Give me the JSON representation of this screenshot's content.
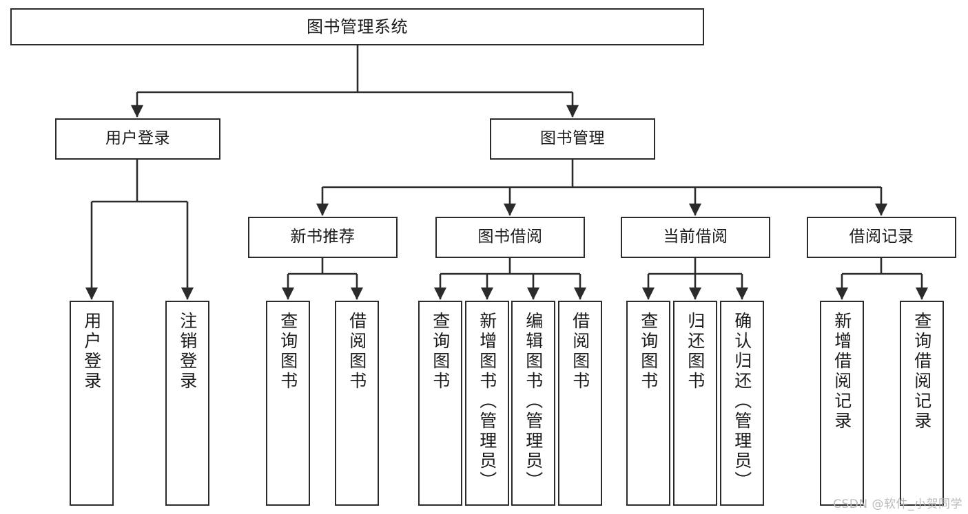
{
  "diagram": {
    "type": "tree-hierarchy",
    "title": "图书管理系统",
    "orientation": "top-down",
    "colors": {
      "box_border": "#2b2b2b",
      "box_fill": "#ffffff",
      "connector": "#2b2b2b",
      "text": "#1b1b1b",
      "watermark": "#b9b9b9"
    },
    "root": {
      "id": "root",
      "label": "图书管理系统"
    },
    "level1": [
      {
        "id": "user-login",
        "label": "用户登录"
      },
      {
        "id": "book-manage",
        "label": "图书管理"
      }
    ],
    "level2": [
      {
        "id": "new-book-rec",
        "label": "新书推荐",
        "parent": "book-manage"
      },
      {
        "id": "book-borrow",
        "label": "图书借阅",
        "parent": "book-manage"
      },
      {
        "id": "current-borrow",
        "label": "当前借阅",
        "parent": "book-manage"
      },
      {
        "id": "borrow-record",
        "label": "借阅记录",
        "parent": "book-manage"
      }
    ],
    "leaves": {
      "user-login": [
        {
          "id": "leaf-user-login",
          "label": "用户登录"
        },
        {
          "id": "leaf-logout",
          "label": "注销登录"
        }
      ],
      "new-book-rec": [
        {
          "id": "leaf-query-book-1",
          "label": "查询图书"
        },
        {
          "id": "leaf-borrow-book-1",
          "label": "借阅图书"
        }
      ],
      "book-borrow": [
        {
          "id": "leaf-query-book-2",
          "label": "查询图书"
        },
        {
          "id": "leaf-add-book",
          "label": "新增图书（管理员）"
        },
        {
          "id": "leaf-edit-book",
          "label": "编辑图书（管理员）"
        },
        {
          "id": "leaf-borrow-book-2",
          "label": "借阅图书"
        }
      ],
      "current-borrow": [
        {
          "id": "leaf-query-book-3",
          "label": "查询图书"
        },
        {
          "id": "leaf-return-book",
          "label": "归还图书"
        },
        {
          "id": "leaf-confirm-return",
          "label": "确认归还（管理员）"
        }
      ],
      "borrow-record": [
        {
          "id": "leaf-add-record",
          "label": "新增借阅记录"
        },
        {
          "id": "leaf-query-record",
          "label": "查询借阅记录"
        }
      ]
    }
  },
  "watermark": {
    "text": "CSDN @软件_小贺同学"
  }
}
